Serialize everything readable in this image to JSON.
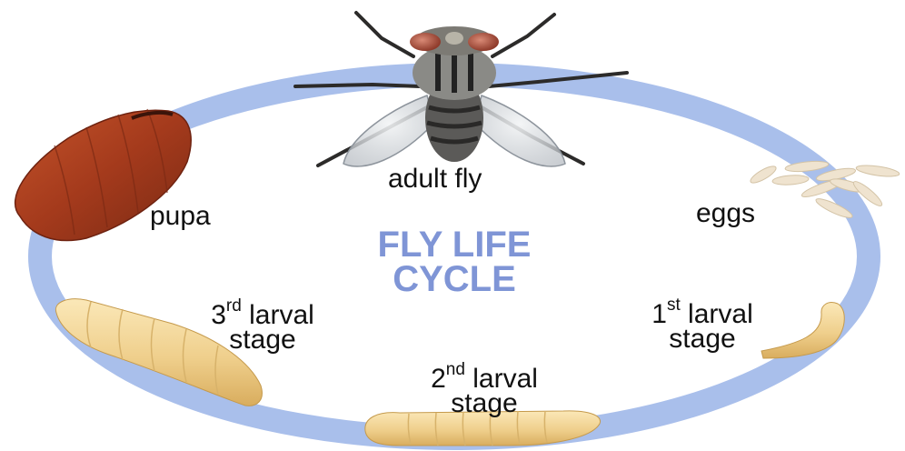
{
  "title": {
    "line1": "FLY LIFE",
    "line2": "CYCLE"
  },
  "stages": {
    "adult": {
      "label": "adult fly"
    },
    "eggs": {
      "label": "eggs"
    },
    "first": {
      "ordinal": "1",
      "suffix": "st",
      "line1_rest": " larval",
      "line2": "stage"
    },
    "second": {
      "ordinal": "2",
      "suffix": "nd",
      "line1_rest": " larval",
      "line2": "stage"
    },
    "third": {
      "ordinal": "3",
      "suffix": "rd",
      "line1_rest": " larval",
      "line2": "stage"
    },
    "pupa": {
      "label": "pupa"
    }
  },
  "colors": {
    "cycle_ring": "#a9bfeb",
    "title": "#7f95d6",
    "pupa": "#9e3518",
    "larva": "#f0d597",
    "egg": "#efe3cf",
    "fly_body": "#3b3a39"
  }
}
